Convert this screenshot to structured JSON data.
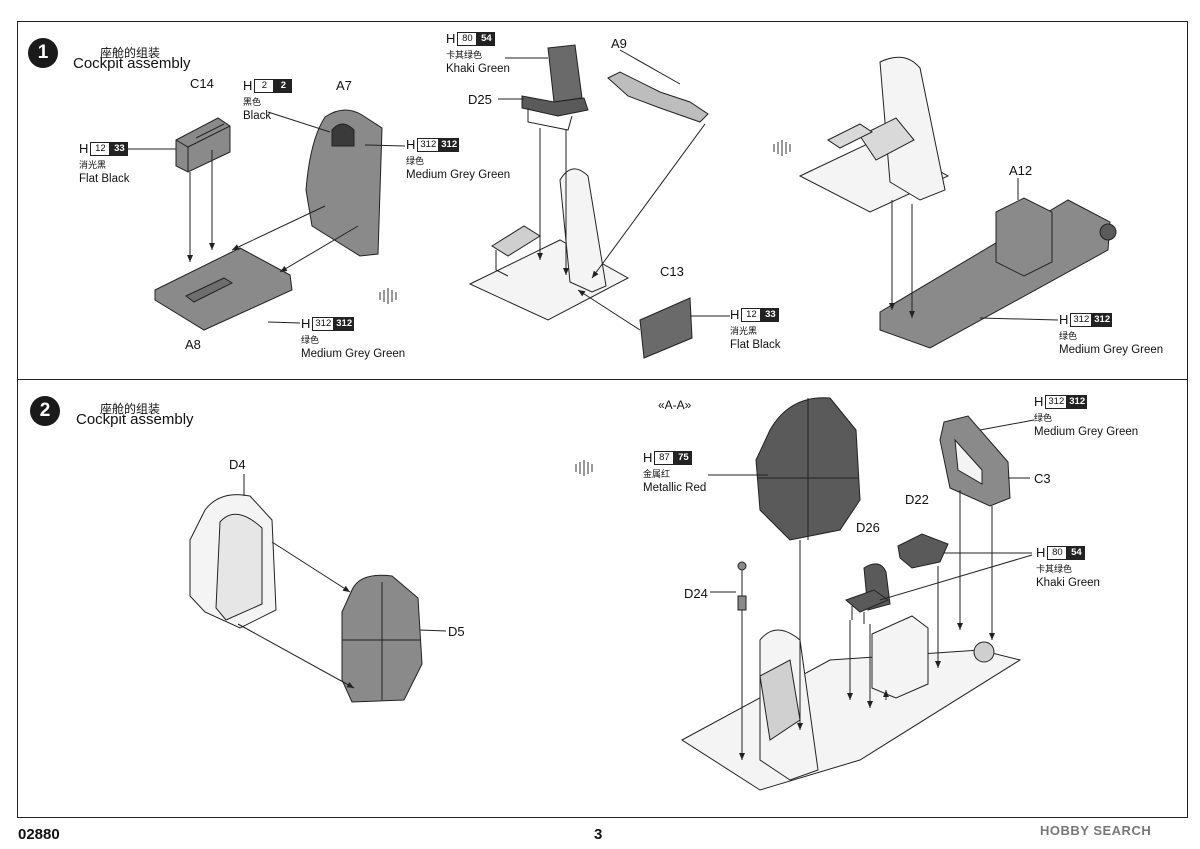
{
  "steps": [
    {
      "number": "1",
      "title_cn": "座舱的组装",
      "title_en": "Cockpit assembly"
    },
    {
      "number": "2",
      "title_cn": "座舱的组装",
      "title_en": "Cockpit assembly"
    }
  ],
  "parts": {
    "c14": "C14",
    "a7": "A7",
    "a8": "A8",
    "a9": "A9",
    "d25": "D25",
    "c13": "C13",
    "a12": "A12",
    "d4": "D4",
    "d5": "D5",
    "d22": "D22",
    "d26": "D26",
    "d24": "D24",
    "c3": "C3"
  },
  "section_label": "«A-A»",
  "paints": {
    "black": {
      "h": "H",
      "code": "2",
      "code2": "2",
      "cn": "黑色",
      "en": "Black"
    },
    "flat_black_1": {
      "h": "H",
      "code": "12",
      "code2": "33",
      "cn": "消光黑",
      "en": "Flat Black"
    },
    "mgg_a7": {
      "h": "H",
      "code": "312",
      "code2": "312",
      "cn": "绿色",
      "en": "Medium Grey Green"
    },
    "mgg_a8": {
      "h": "H",
      "code": "312",
      "code2": "312",
      "cn": "绿色",
      "en": "Medium Grey Green"
    },
    "khaki_d25": {
      "h": "H",
      "code": "80",
      "code2": "54",
      "cn": "卡其绿色",
      "en": "Khaki Green"
    },
    "flat_black_c13": {
      "h": "H",
      "code": "12",
      "code2": "33",
      "cn": "消光黑",
      "en": "Flat Black"
    },
    "mgg_a12": {
      "h": "H",
      "code": "312",
      "code2": "312",
      "cn": "绿色",
      "en": "Medium Grey Green"
    },
    "metallic_red": {
      "h": "H",
      "code": "87",
      "code2": "75",
      "cn": "金属红",
      "en": "Metallic Red"
    },
    "mgg_c3": {
      "h": "H",
      "code": "312",
      "code2": "312",
      "cn": "绿色",
      "en": "Medium Grey Green"
    },
    "khaki_d22": {
      "h": "H",
      "code": "80",
      "code2": "54",
      "cn": "卡其绿色",
      "en": "Khaki Green"
    }
  },
  "footer": {
    "code": "02880",
    "page": "3",
    "watermark": "HOBBY SEARCH"
  },
  "colors": {
    "part_fill": "#8a8a8a",
    "dark_fill": "#5a5a5a",
    "line": "#222222"
  }
}
